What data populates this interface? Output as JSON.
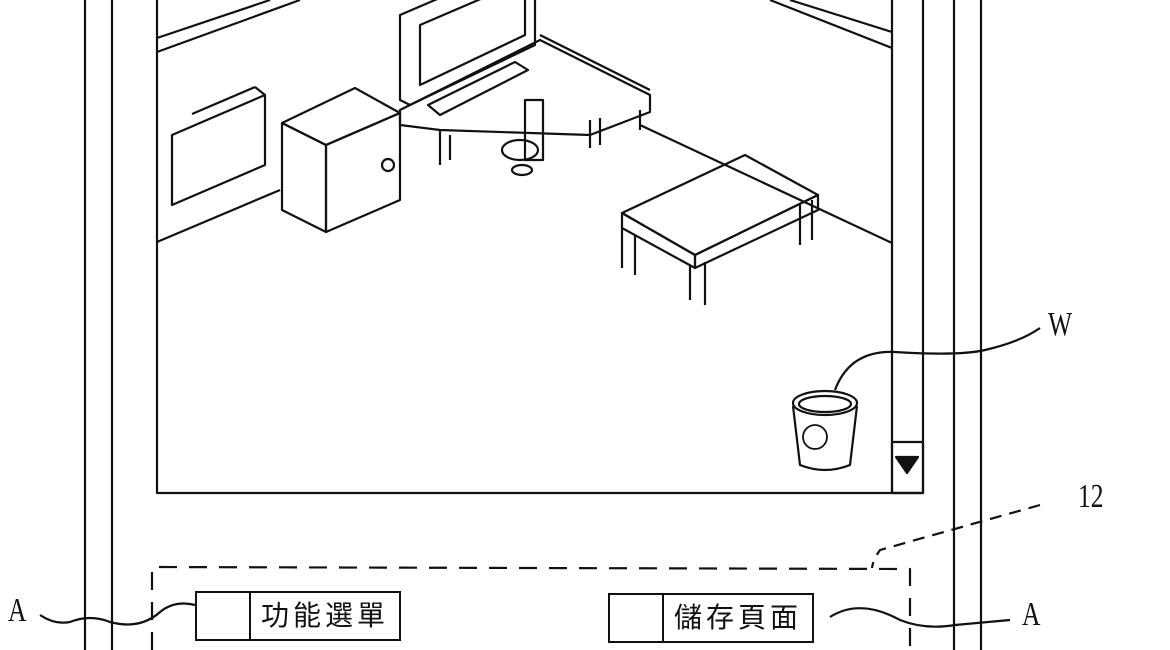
{
  "labels": {
    "window_ref": "W",
    "panel_ref": "12",
    "button_ref_left": "A",
    "button_ref_right": "A"
  },
  "buttons": [
    {
      "label": "功能選單"
    },
    {
      "label": "儲存頁面"
    }
  ],
  "icons": {
    "trash": "recycle-bin-icon",
    "scroll_down": "triangle-down-icon"
  },
  "colors": {
    "line": "#111111",
    "background": "#ffffff"
  }
}
